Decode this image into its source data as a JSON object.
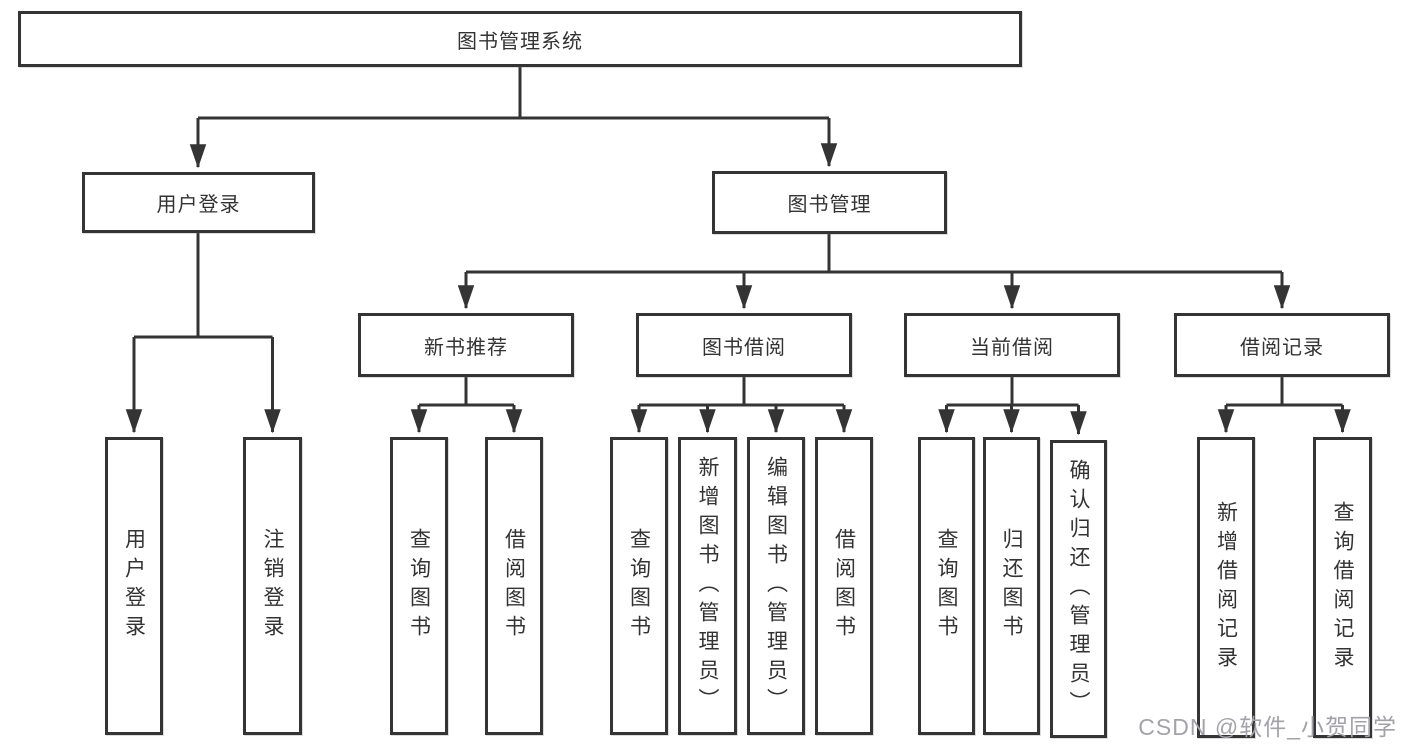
{
  "tree": {
    "label": "图书管理系统",
    "children": [
      {
        "label": "用户登录",
        "children": [
          {
            "label": "用户登录"
          },
          {
            "label": "注销登录"
          }
        ]
      },
      {
        "label": "图书管理",
        "children": [
          {
            "label": "新书推荐",
            "children": [
              {
                "label": "查询图书"
              },
              {
                "label": "借阅图书"
              }
            ]
          },
          {
            "label": "图书借阅",
            "children": [
              {
                "label": "查询图书"
              },
              {
                "label": "新增图书（管理员）"
              },
              {
                "label": "编辑图书（管理员）"
              },
              {
                "label": "借阅图书"
              }
            ]
          },
          {
            "label": "当前借阅",
            "children": [
              {
                "label": "查询图书"
              },
              {
                "label": "归还图书"
              },
              {
                "label": "确认归还（管理员）"
              }
            ]
          },
          {
            "label": "借阅记录",
            "children": [
              {
                "label": "新增借阅记录"
              },
              {
                "label": "查询借阅记录"
              }
            ]
          }
        ]
      }
    ]
  },
  "watermark": {
    "text": "CSDN @软件_小贺同学"
  },
  "colors": {
    "line": "#343434",
    "box_border": "#343434",
    "text": "#333333",
    "watermark": "#a2a2a8",
    "background": "#ffffff"
  }
}
